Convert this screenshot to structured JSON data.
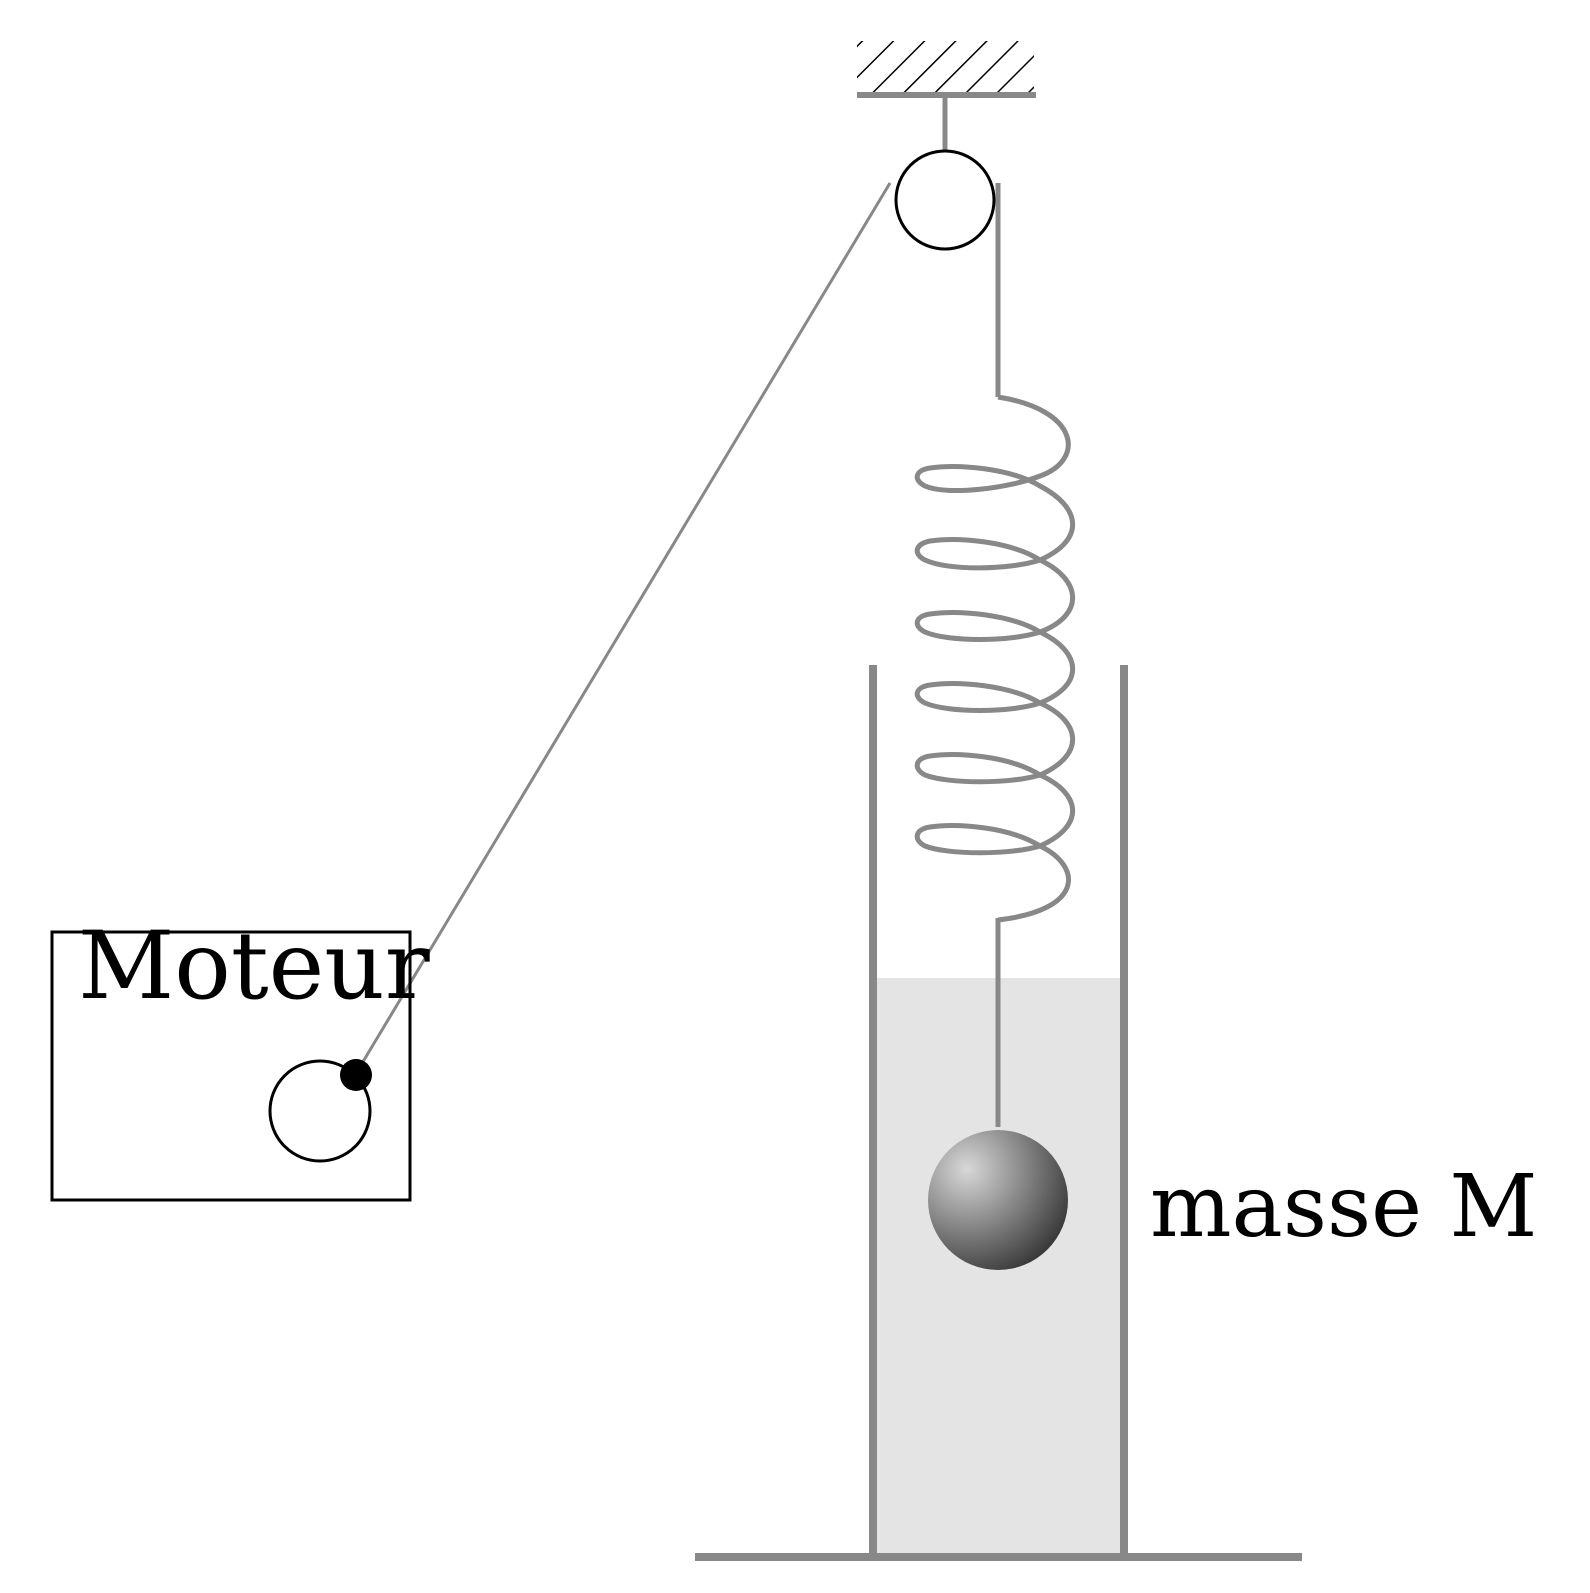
{
  "labels": {
    "motor": "Moteur",
    "mass": "masse M"
  },
  "colors": {
    "structure": "#888888",
    "outline": "#000000",
    "liquid": "#e4e4e4",
    "mass_light": "#d8d8d8",
    "mass_dark": "#3a3a3a"
  },
  "spring": {
    "turns": 6
  }
}
